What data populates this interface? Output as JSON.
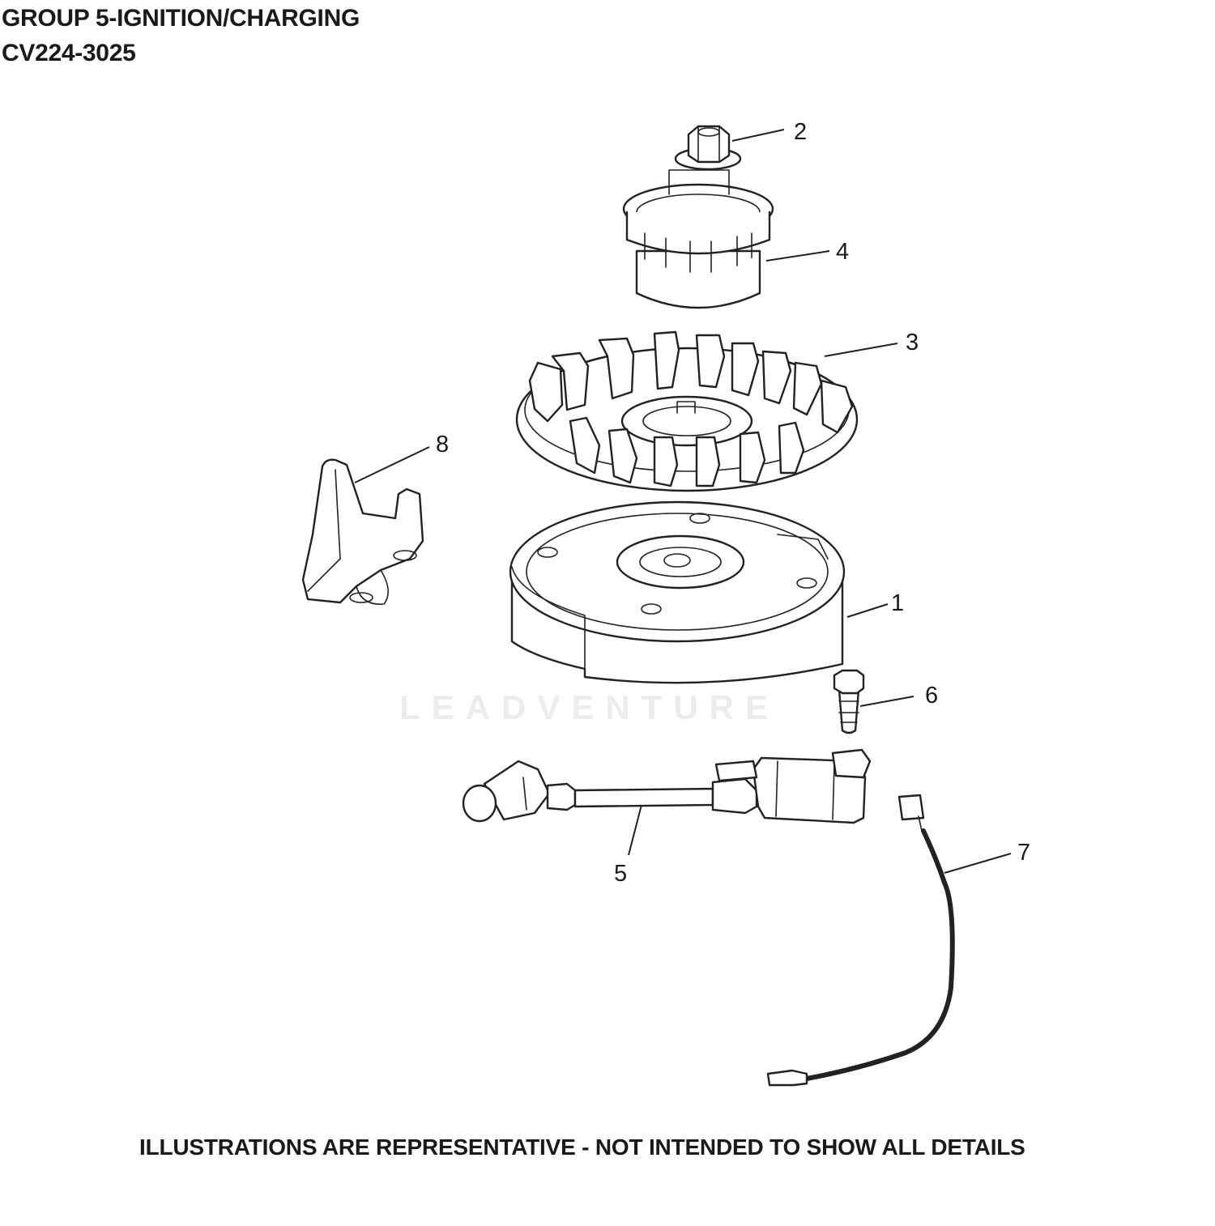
{
  "header": {
    "title_line1": "GROUP 5-IGNITION/CHARGING",
    "title_line2": "CV224-3025"
  },
  "watermark": {
    "text": "LEADVENTURE"
  },
  "callouts": [
    {
      "id": "1",
      "label": "1"
    },
    {
      "id": "2",
      "label": "2"
    },
    {
      "id": "3",
      "label": "3"
    },
    {
      "id": "4",
      "label": "4"
    },
    {
      "id": "5",
      "label": "5"
    },
    {
      "id": "6",
      "label": "6"
    },
    {
      "id": "7",
      "label": "7"
    },
    {
      "id": "8",
      "label": "8"
    }
  ],
  "footer": {
    "disclaimer": "ILLUSTRATIONS ARE REPRESENTATIVE - NOT INTENDED TO SHOW ALL DETAILS"
  }
}
